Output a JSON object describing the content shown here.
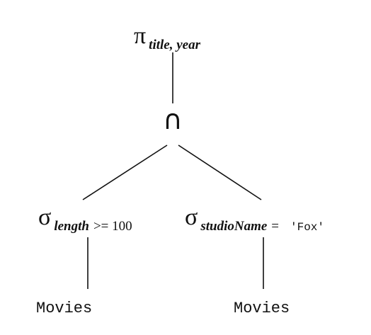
{
  "root": {
    "operator": "π",
    "subscript": "title, year"
  },
  "intersection": {
    "operator": "∩"
  },
  "left_select": {
    "operator": "σ",
    "attribute": "length",
    "comparison": ">= 100"
  },
  "right_select": {
    "operator": "σ",
    "attribute": "studioName",
    "comparison": "=",
    "value": "'Fox'"
  },
  "left_relation": {
    "label": "Movies"
  },
  "right_relation": {
    "label": "Movies"
  }
}
